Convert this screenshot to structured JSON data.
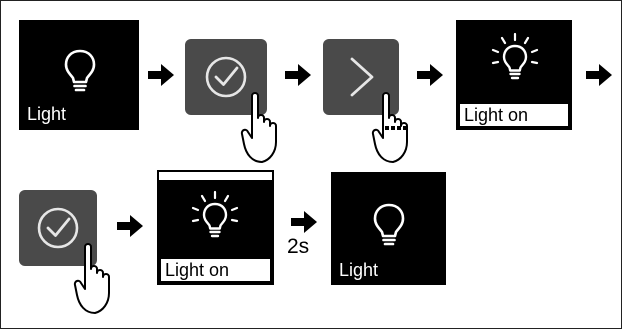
{
  "steps": {
    "s1": {
      "label": "Light",
      "icon": "bulb-off-icon"
    },
    "s2": {
      "icon": "check-circle-icon",
      "gesture": "tap-hand-icon"
    },
    "s3": {
      "icon": "chevron-right-icon",
      "gesture": "press-hold-hand-icon"
    },
    "s4": {
      "label": "Light on",
      "icon": "bulb-on-icon"
    },
    "s5": {
      "icon": "check-circle-icon",
      "gesture": "tap-hand-icon"
    },
    "s6": {
      "label": "Light on",
      "icon": "bulb-on-icon"
    },
    "s7": {
      "label": "Light",
      "icon": "bulb-off-icon"
    }
  },
  "timer_label": "2s",
  "colors": {
    "display": "#000000",
    "button": "#4a4a4a",
    "icon_on_button": "#e6e6e6"
  }
}
